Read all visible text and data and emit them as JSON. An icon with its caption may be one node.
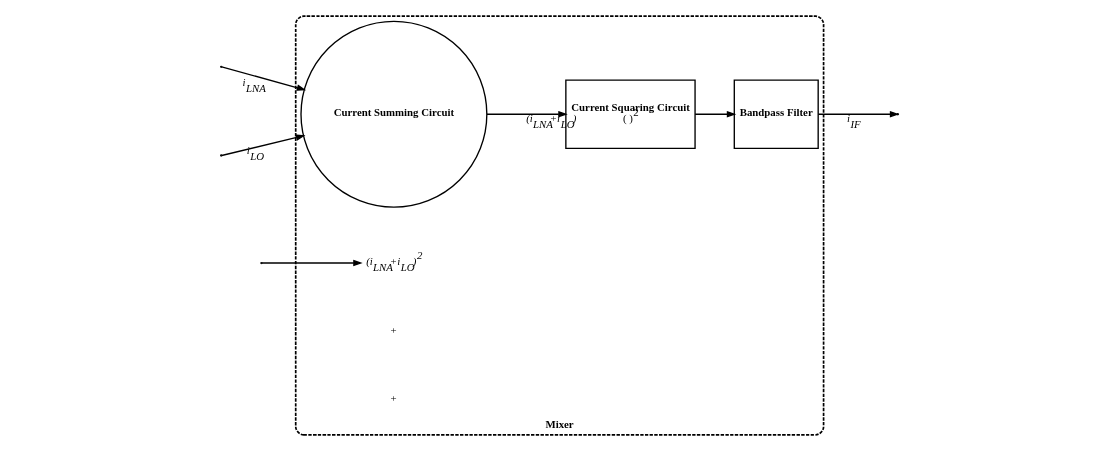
{
  "diagram": {
    "nodes": [
      {
        "text": [
          "Mixer"
        ]
      },
      {
        "text": [
          "Current Summing Circuit"
        ],
        "in": 0
      },
      {
        "text": [
          "Current Squaring Circuit",
          "( )$^{2}$"
        ],
        "in": 0
      },
      {
        "text": [
          "Bandpass Filter"
        ],
        "in": 0
      },
      {
        "text": [
          "(i$_{LNA}$+i$_{LO}$)$^{2}$"
        ],
        "in": 0
      }
    ],
    "edges": [
      {
        "from": null,
        "to": 1,
        "arrow": "to",
        "label": "i$_{LNA}$"
      },
      {
        "from": null,
        "to": 1,
        "arrow": "to",
        "label": "i$_{LO}$"
      },
      {
        "from": 1,
        "to": 2,
        "arrow": "to",
        "label": "(i$_{LNA}$+i$_{LO}$)"
      },
      {
        "from": 2,
        "to": 3,
        "arrow": "to"
      },
      {
        "from": 3,
        "to": null,
        "arrow": "to",
        "label": "i$_{IF}$"
      },
      {
        "from": null,
        "to": 4,
        "arrow": "to"
      }
    ],
    "labels": [
      "+",
      "+"
    ]
  }
}
